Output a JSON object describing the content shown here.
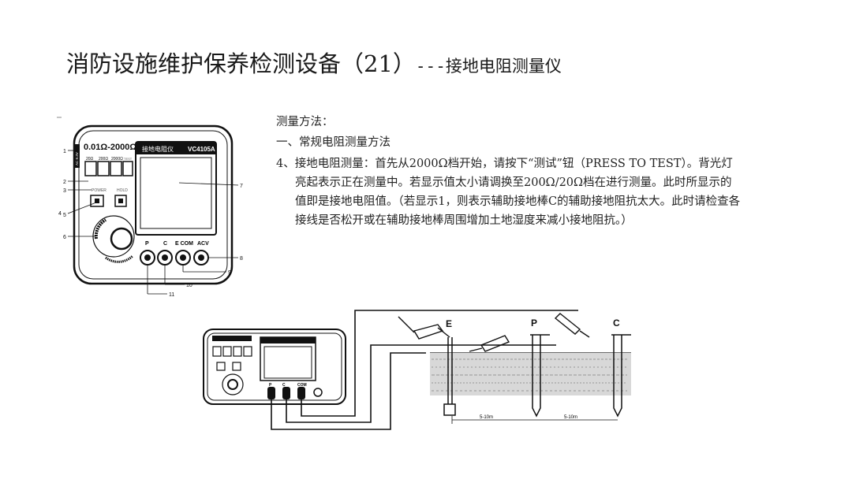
{
  "slide": {
    "title_main": "消防设施维护保养检测设备（21）",
    "title_sub": "---接地电阻测量仪"
  },
  "content": {
    "heading": "测量方法：",
    "section": "一、常规电阻测量方法",
    "item4": "4、接地电阻测量：首先从2000Ω档开始，请按下“测试”钮（PRESS TO TEST）。背光灯亮起表示正在测量中。若显示值太小请调换至200Ω/20Ω档在进行测量。此时所显示的值即是接地电阻值。（若显示1，则表示辅助接地棒C的辅助接地阻抗太大。此时请检查各接线是否松开或在辅助接地棒周围增加土地湿度来减小接地阻抗。）"
  },
  "device": {
    "range_label": "0.01Ω-2000Ω",
    "name_label": "接地电阻仪",
    "model": "VC4105A",
    "btn_labels": [
      "20Ω",
      "200Ω",
      "2000Ω"
    ],
    "btn_extra": "TEST",
    "power_label": "POWER",
    "hold_label": "HOLD",
    "side_tag": "AC 8.3V",
    "jacks": [
      "P",
      "C",
      "E COM",
      "ACV"
    ],
    "callouts": [
      "1",
      "2",
      "3",
      "4",
      "5",
      "6",
      "7",
      "8",
      "9",
      "10",
      "11"
    ]
  },
  "circuit": {
    "stake_labels": [
      "E",
      "P",
      "C"
    ],
    "distance_labels": [
      "5-10m",
      "5-10m"
    ],
    "mini_jacks": [
      "P",
      "C",
      "COM"
    ]
  }
}
